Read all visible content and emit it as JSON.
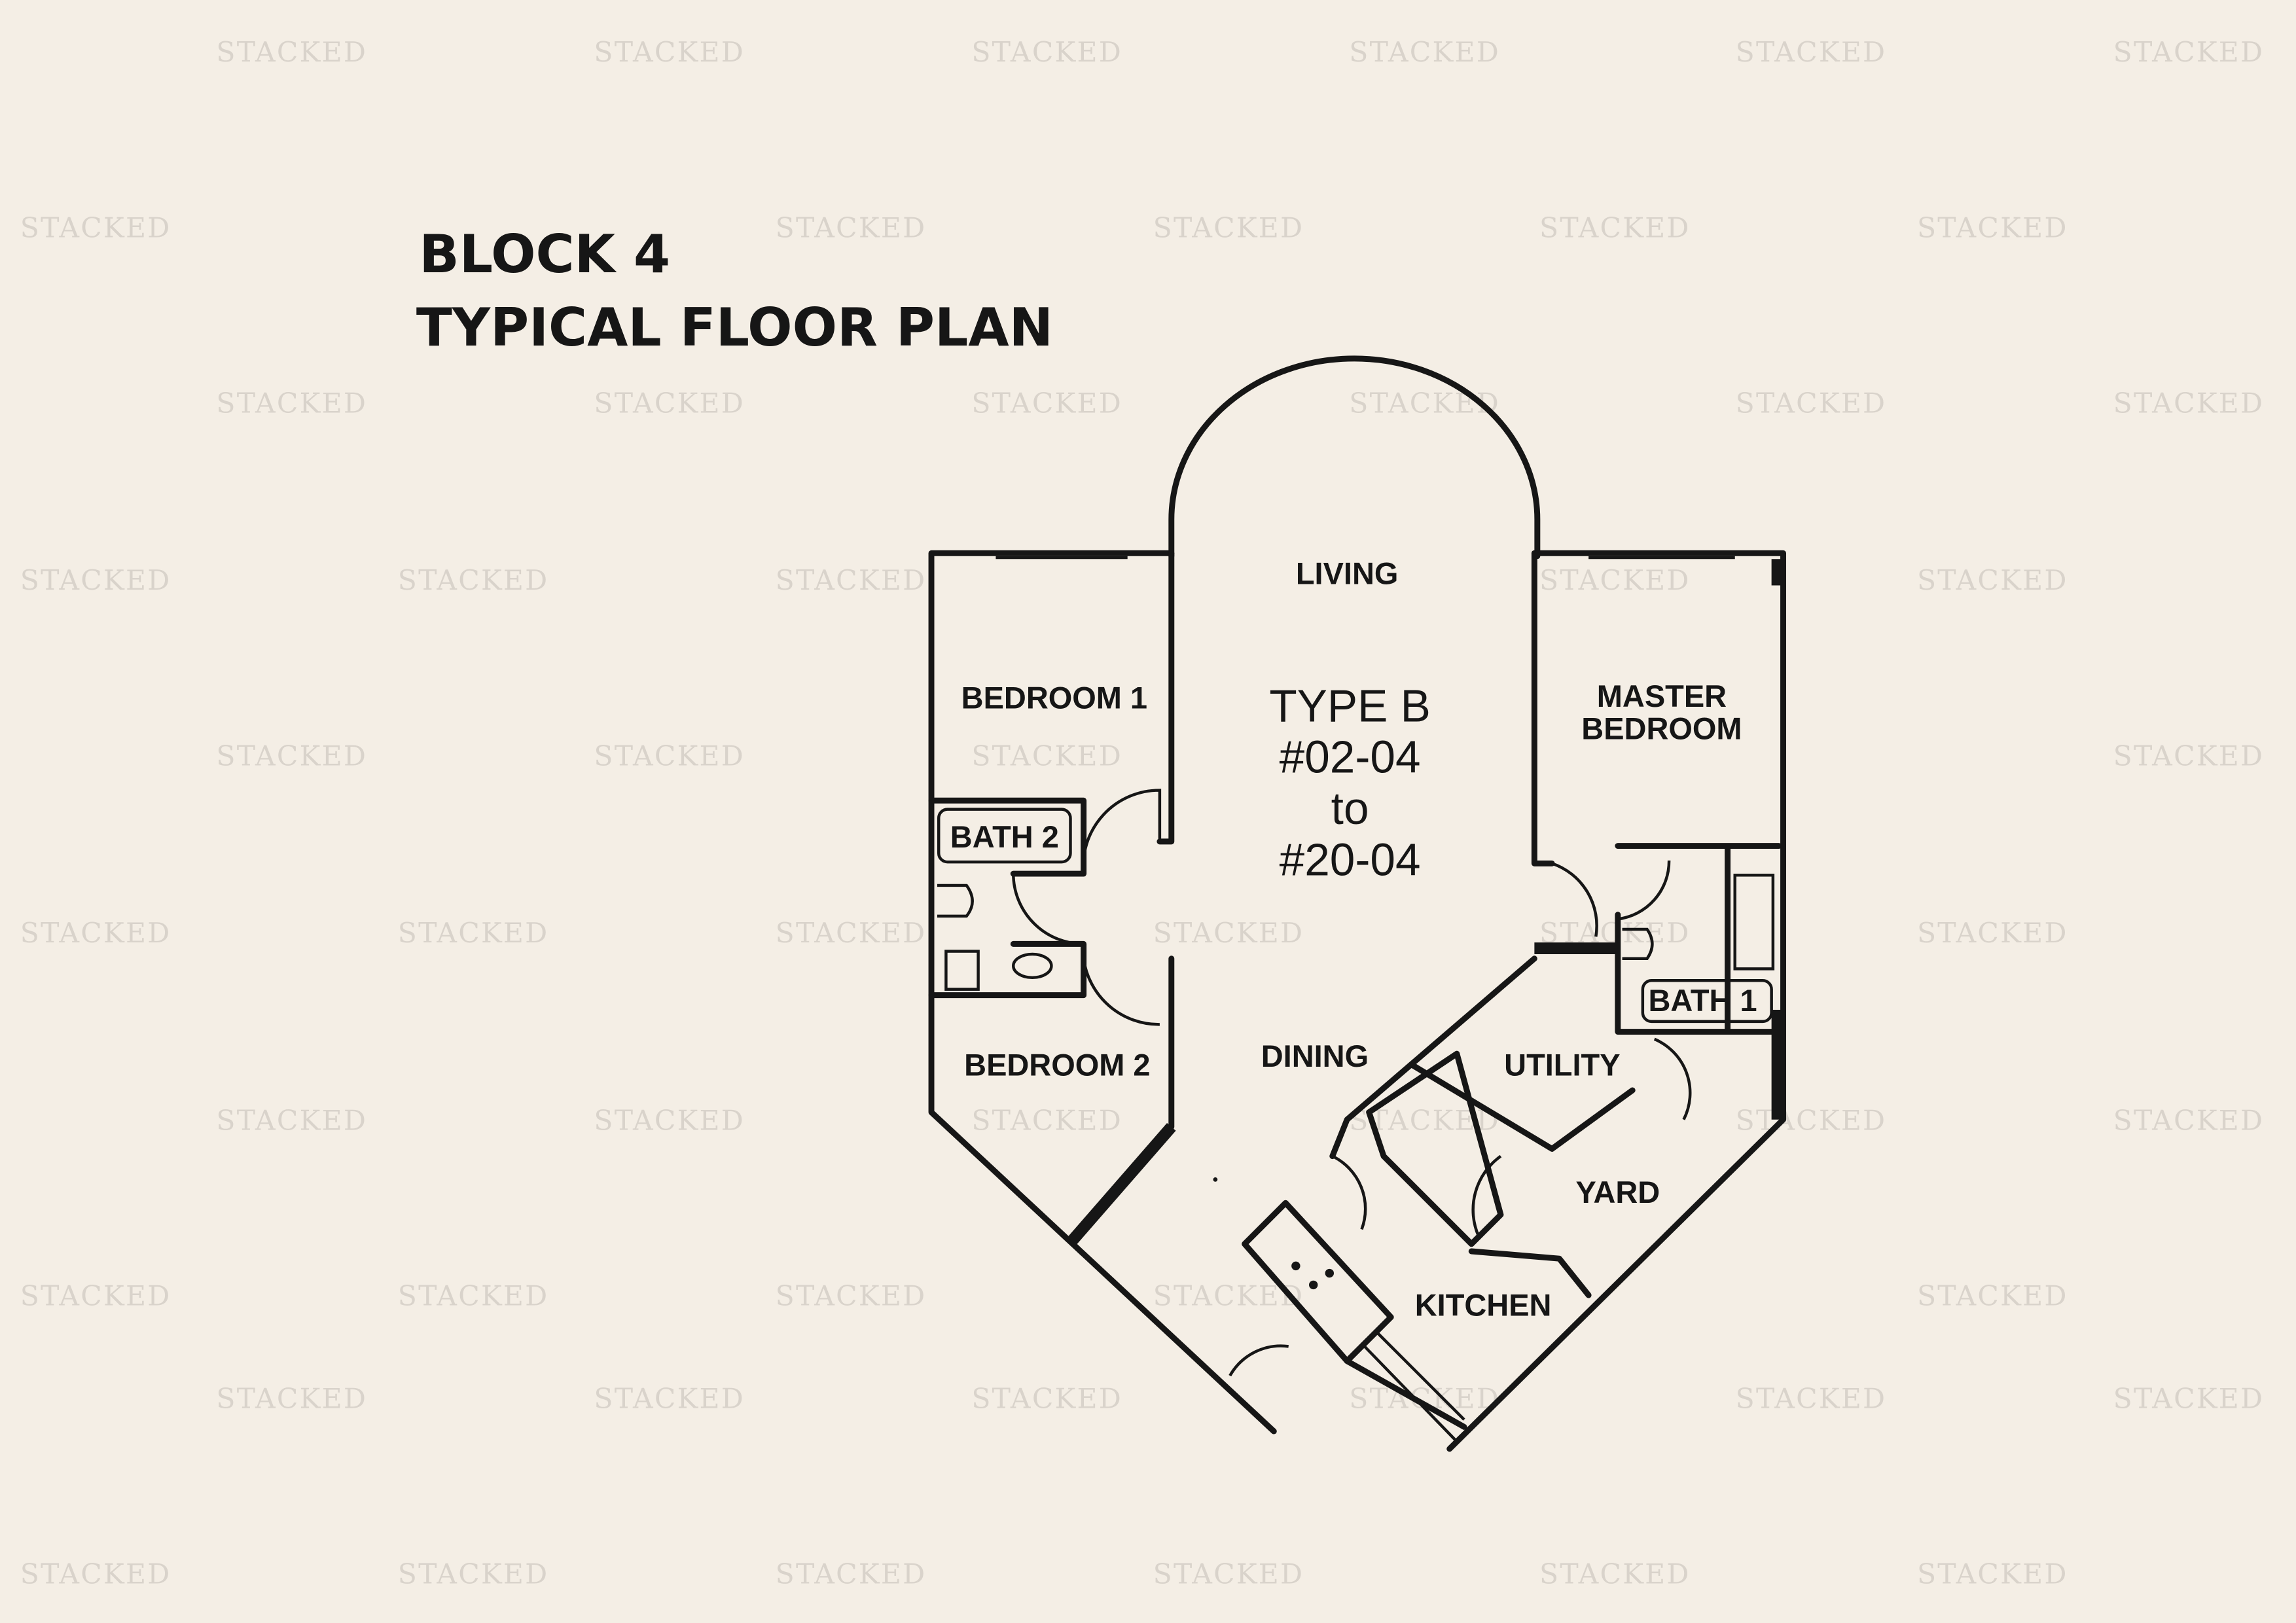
{
  "watermark": "STACKED",
  "title": {
    "line1": "BLOCK 4",
    "line2": "TYPICAL FLOOR PLAN"
  },
  "unit": {
    "type": "TYPE B",
    "from": "#02-04",
    "to_word": "to",
    "to": "#20-04"
  },
  "rooms": {
    "living": "LIVING",
    "bedroom1": "BEDROOM 1",
    "bedroom2": "BEDROOM 2",
    "master_line1": "MASTER",
    "master_line2": "BEDROOM",
    "bath1": "BATH 1",
    "bath2": "BATH 2",
    "dining": "DINING",
    "utility": "UTILITY",
    "yard": "YARD",
    "kitchen": "KITCHEN"
  }
}
